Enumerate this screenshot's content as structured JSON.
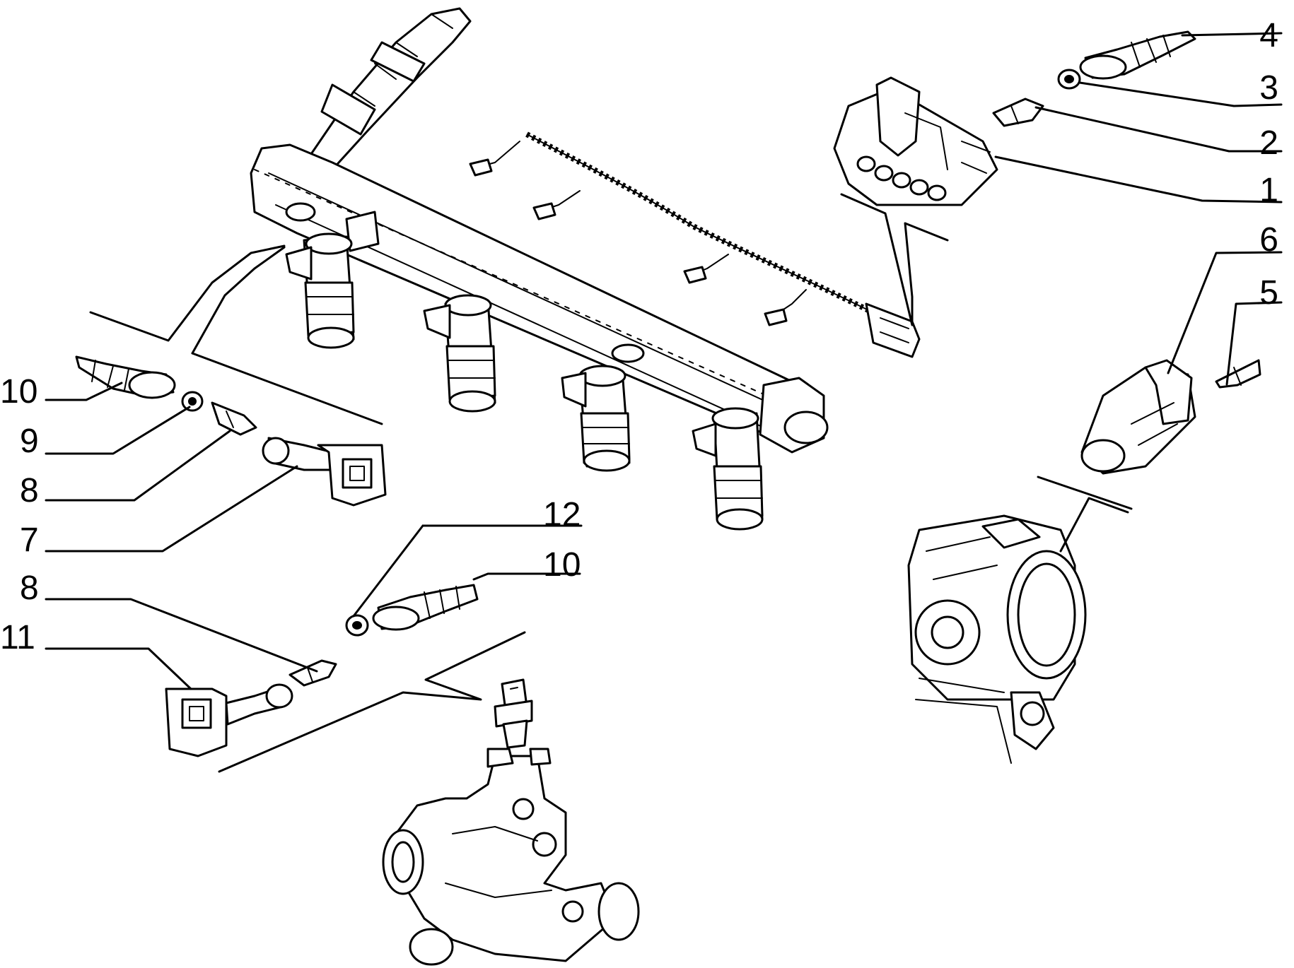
{
  "callouts": [
    {
      "id": "c4-right",
      "label": "4"
    },
    {
      "id": "c3-right",
      "label": "3"
    },
    {
      "id": "c2-right",
      "label": "2"
    },
    {
      "id": "c1-right",
      "label": "1"
    },
    {
      "id": "c6-right",
      "label": "6"
    },
    {
      "id": "c5-right",
      "label": "5"
    },
    {
      "id": "c10-left",
      "label": "10"
    },
    {
      "id": "c9-left",
      "label": "9"
    },
    {
      "id": "c8-left-top",
      "label": "8"
    },
    {
      "id": "c7-left",
      "label": "7"
    },
    {
      "id": "c12-mid",
      "label": "12"
    },
    {
      "id": "c10-mid",
      "label": "10"
    },
    {
      "id": "c8-left-bottom",
      "label": "8"
    },
    {
      "id": "c11-left",
      "label": "11"
    }
  ],
  "colors": {
    "ink": "#000000",
    "paper": "#ffffff"
  }
}
